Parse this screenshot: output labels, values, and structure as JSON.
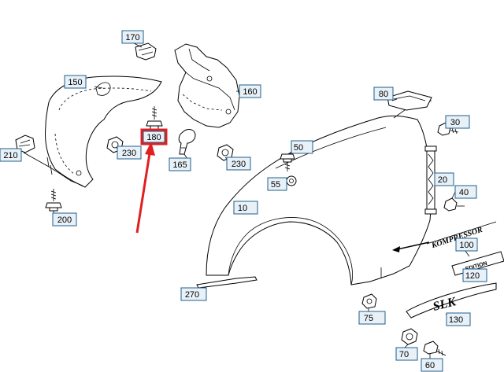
{
  "callouts": [
    {
      "id": "c170",
      "text": "170"
    },
    {
      "id": "c150",
      "text": "150"
    },
    {
      "id": "c210",
      "text": "210"
    },
    {
      "id": "c200",
      "text": "200"
    },
    {
      "id": "c230a",
      "text": "230"
    },
    {
      "id": "c180",
      "text": "180"
    },
    {
      "id": "c165",
      "text": "165"
    },
    {
      "id": "c230b",
      "text": "230"
    },
    {
      "id": "c160",
      "text": "160"
    },
    {
      "id": "c80",
      "text": "80"
    },
    {
      "id": "c30",
      "text": "30"
    },
    {
      "id": "c50",
      "text": "50"
    },
    {
      "id": "c55",
      "text": "55"
    },
    {
      "id": "c10",
      "text": "10"
    },
    {
      "id": "c20",
      "text": "20"
    },
    {
      "id": "c40",
      "text": "40"
    },
    {
      "id": "c100",
      "text": "100"
    },
    {
      "id": "c120",
      "text": "120"
    },
    {
      "id": "c270",
      "text": "270"
    },
    {
      "id": "c75",
      "text": "75"
    },
    {
      "id": "c130",
      "text": "130"
    },
    {
      "id": "c70",
      "text": "70"
    },
    {
      "id": "c60",
      "text": "60"
    }
  ],
  "emblems": {
    "kompressor": "KOMPRESSOR",
    "edition": "EDITION",
    "slk": "SLK"
  },
  "highlight": {
    "target": "180",
    "color": "#e02020"
  }
}
